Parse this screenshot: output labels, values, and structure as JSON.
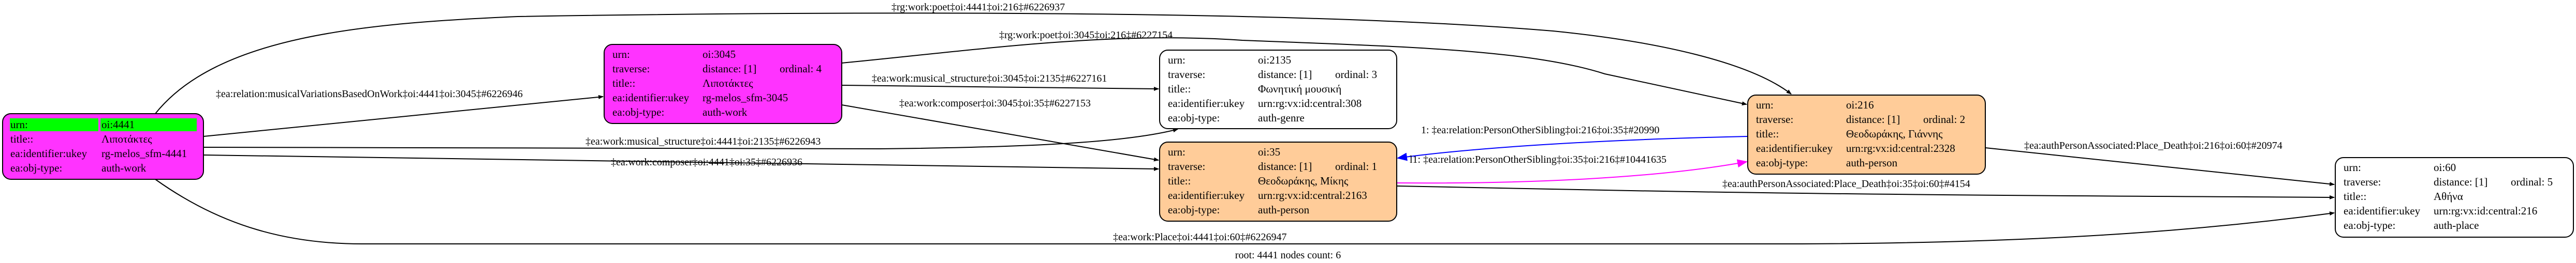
{
  "colors": {
    "work_node": "#ff33ff",
    "person_node": "#ffcc99",
    "plain_node": "#ffffff",
    "root_highlight": "#00ff00",
    "sibling_edge_blue": "#0000ff",
    "sibling_edge_magenta": "#ff00ff"
  },
  "nodes": {
    "n4441": {
      "urn_key": "urn:",
      "urn": "oi:4441",
      "title_key": "title::",
      "title": "Λιποτάκτες",
      "ukey_key": "ea:identifier:ukey",
      "ukey": "rg-melos_sfm-4441",
      "type_key": "ea:obj-type:",
      "type": "auth-work"
    },
    "n3045": {
      "urn_key": "urn:",
      "urn": "oi:3045",
      "traverse_key": "traverse:",
      "distance": "distance: [1]",
      "ordinal": "ordinal: 4",
      "title_key": "title::",
      "title": "Λιποτάκτες",
      "ukey_key": "ea:identifier:ukey",
      "ukey": "rg-melos_sfm-3045",
      "type_key": "ea:obj-type:",
      "type": "auth-work"
    },
    "n2135": {
      "urn_key": "urn:",
      "urn": "oi:2135",
      "traverse_key": "traverse:",
      "distance": "distance: [1]",
      "ordinal": "ordinal: 3",
      "title_key": "title::",
      "title": "Φωνητική μουσική",
      "ukey_key": "ea:identifier:ukey",
      "ukey": "urn:rg:vx:id:central:308",
      "type_key": "ea:obj-type:",
      "type": "auth-genre"
    },
    "n35": {
      "urn_key": "urn:",
      "urn": "oi:35",
      "traverse_key": "traverse:",
      "distance": "distance: [1]",
      "ordinal": "ordinal: 1",
      "title_key": "title::",
      "title": "Θεοδωράκης, Μίκης",
      "ukey_key": "ea:identifier:ukey",
      "ukey": "urn:rg:vx:id:central:2163",
      "type_key": "ea:obj-type:",
      "type": "auth-person"
    },
    "n216": {
      "urn_key": "urn:",
      "urn": "oi:216",
      "traverse_key": "traverse:",
      "distance": "distance: [1]",
      "ordinal": "ordinal: 2",
      "title_key": "title::",
      "title": "Θεοδωράκης, Γιάννης",
      "ukey_key": "ea:identifier:ukey",
      "ukey": "urn:rg:vx:id:central:2328",
      "type_key": "ea:obj-type:",
      "type": "auth-person"
    },
    "n60": {
      "urn_key": "urn:",
      "urn": "oi:60",
      "traverse_key": "traverse:",
      "distance": "distance: [1]",
      "ordinal": "ordinal: 5",
      "title_key": "title::",
      "title": "Αθήνα",
      "ukey_key": "ea:identifier:ukey",
      "ukey": "urn:rg:vx:id:central:216",
      "type_key": "ea:obj-type:",
      "type": "auth-place"
    }
  },
  "edges": {
    "e_poet_4441_216": "‡rg:work:poet‡oi:4441‡oi:216‡#6226937",
    "e_poet_3045_216": "‡rg:work:poet‡oi:3045‡oi:216‡#6227154",
    "e_variation_4441_3045": "‡ea:relation:musicalVariationsBasedOnWork‡oi:4441‡oi:3045‡#6226946",
    "e_structure_3045_2135": "‡ea:work:musical_structure‡oi:3045‡oi:2135‡#6227161",
    "e_composer_3045_35": "‡ea:work:composer‡oi:3045‡oi:35‡#6227153",
    "e_structure_4441_2135": "‡ea:work:musical_structure‡oi:4441‡oi:2135‡#6226943",
    "e_composer_4441_35": "‡ea:work:composer‡oi:4441‡oi:35‡#6226936",
    "e_sibling_216_35": "1: ‡ea:relation:PersonOtherSibling‡oi:216‡oi:35‡#20990",
    "e_sibling_35_216": "l1: ‡ea:relation:PersonOtherSibling‡oi:35‡oi:216‡#10441635",
    "e_death_35_60": "‡ea:authPersonAssociated:Place_Death‡oi:35‡oi:60‡#4154",
    "e_death_216_60": "‡ea:authPersonAssociated:Place_Death‡oi:216‡oi:60‡#20974",
    "e_place_4441_60": "‡ea:work:Place‡oi:4441‡oi:60‡#6226947"
  },
  "footer": "root: 4441 nodes count: 6"
}
